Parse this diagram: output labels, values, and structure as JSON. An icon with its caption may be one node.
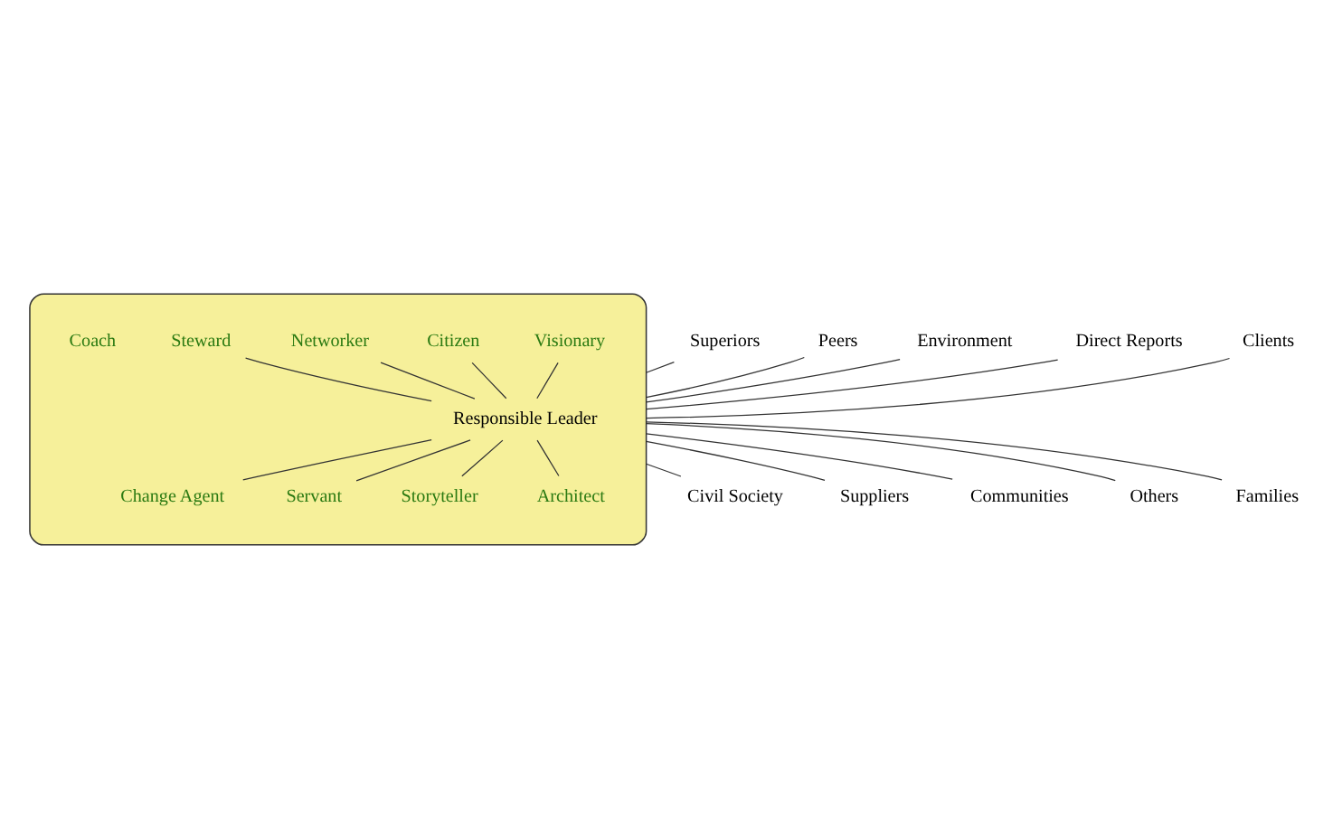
{
  "diagram": {
    "nodes": [
      {
        "text": [],
        "shape": "ellipse"
      },
      {
        "text": [
          "Responsible Leader"
        ],
        "in": 0
      },
      {
        "text": [
          "Visionary"
        ],
        "in": 0
      },
      {
        "text": [
          "Citizen"
        ],
        "in": 0
      },
      {
        "text": [
          "Networker"
        ],
        "in": 0
      },
      {
        "text": [
          "Change Agent"
        ],
        "in": 0
      },
      {
        "text": [
          "Steward"
        ],
        "in": 0
      },
      {
        "text": [
          "Coach"
        ],
        "in": 0
      },
      {
        "text": [
          "Servant"
        ],
        "in": 0
      },
      {
        "text": [
          "Storyteller"
        ],
        "in": 0
      },
      {
        "text": [
          "Architect"
        ],
        "in": 0
      },
      {
        "text": [
          "Superiors"
        ]
      },
      {
        "text": [
          "Peers"
        ]
      },
      {
        "text": [
          "Environment"
        ]
      },
      {
        "text": [
          "Direct Reports"
        ]
      },
      {
        "text": [
          "Civil Society"
        ]
      },
      {
        "text": [
          "Clients"
        ]
      },
      {
        "text": [
          "Suppliers"
        ]
      },
      {
        "text": [
          "Communities"
        ]
      },
      {
        "text": [
          "Others"
        ]
      },
      {
        "text": [
          "Families"
        ]
      }
    ],
    "edges": [
      {
        "from": 1,
        "to": 2,
        "arrow": "none"
      },
      {
        "from": 1,
        "to": 3,
        "arrow": "none"
      },
      {
        "from": 1,
        "to": 4,
        "arrow": "none"
      },
      {
        "from": 1,
        "to": 5,
        "arrow": "none"
      },
      {
        "from": 1,
        "to": 6,
        "arrow": "none"
      },
      {
        "from": 1,
        "to": 8,
        "arrow": "none"
      },
      {
        "from": 1,
        "to": 10,
        "arrow": "none"
      },
      {
        "from": 1,
        "to": 9,
        "arrow": "none"
      },
      {
        "from": 11,
        "to": 0,
        "arrow": "none"
      },
      {
        "from": 12,
        "to": 0,
        "arrow": "none"
      },
      {
        "from": 13,
        "to": 0,
        "arrow": "none"
      },
      {
        "from": 14,
        "to": 0,
        "arrow": "none"
      },
      {
        "from": 15,
        "to": 0,
        "arrow": "none"
      },
      {
        "from": 16,
        "to": 0,
        "arrow": "none"
      },
      {
        "from": 17,
        "to": 0,
        "arrow": "none"
      },
      {
        "from": 18,
        "to": 0,
        "arrow": "none"
      },
      {
        "from": 19,
        "to": 0,
        "arrow": "none"
      },
      {
        "from": 20,
        "to": 0,
        "arrow": "none"
      }
    ]
  }
}
